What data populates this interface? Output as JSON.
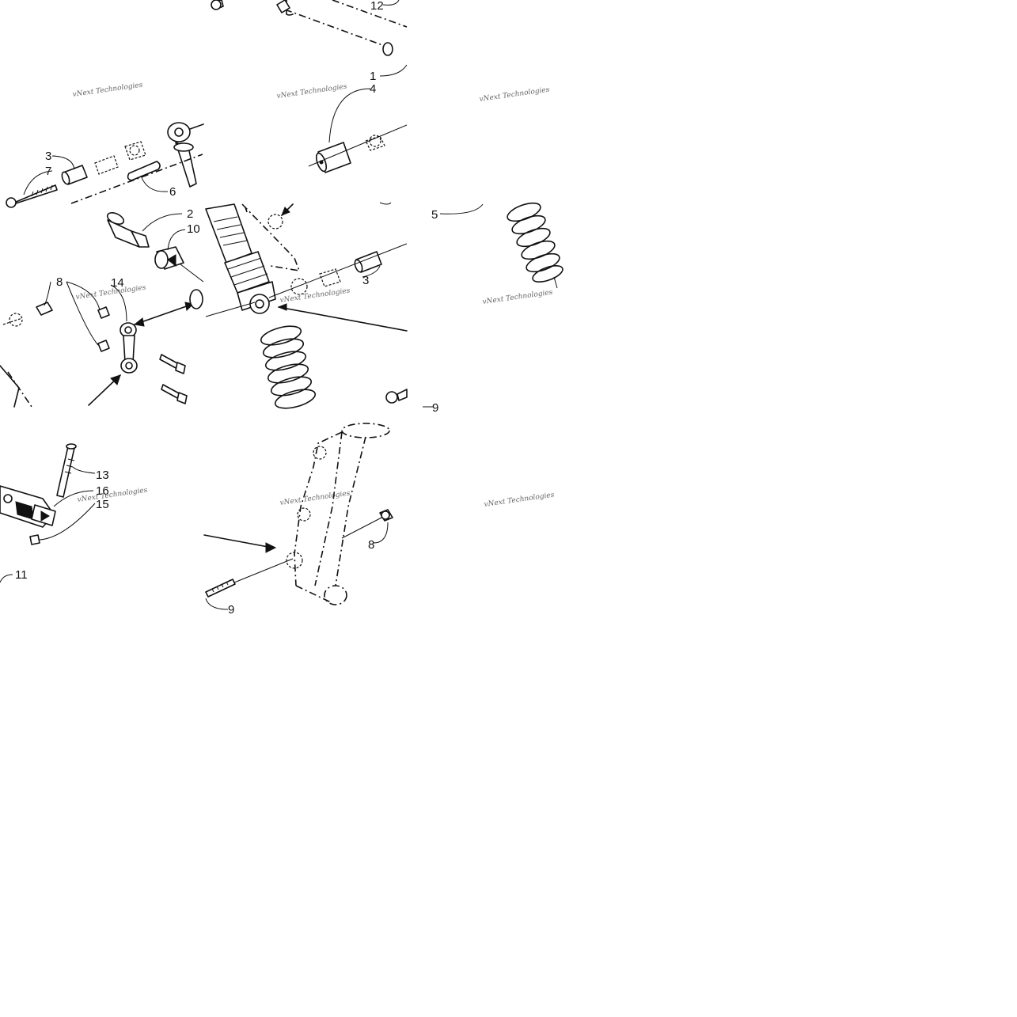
{
  "watermark": "vNext Technologies",
  "callouts": [
    "12",
    "1",
    "4",
    "3",
    "7",
    "6",
    "2",
    "10",
    "14",
    "8",
    "3",
    "5",
    "13",
    "16",
    "15",
    "11",
    "8",
    "9",
    "9"
  ]
}
